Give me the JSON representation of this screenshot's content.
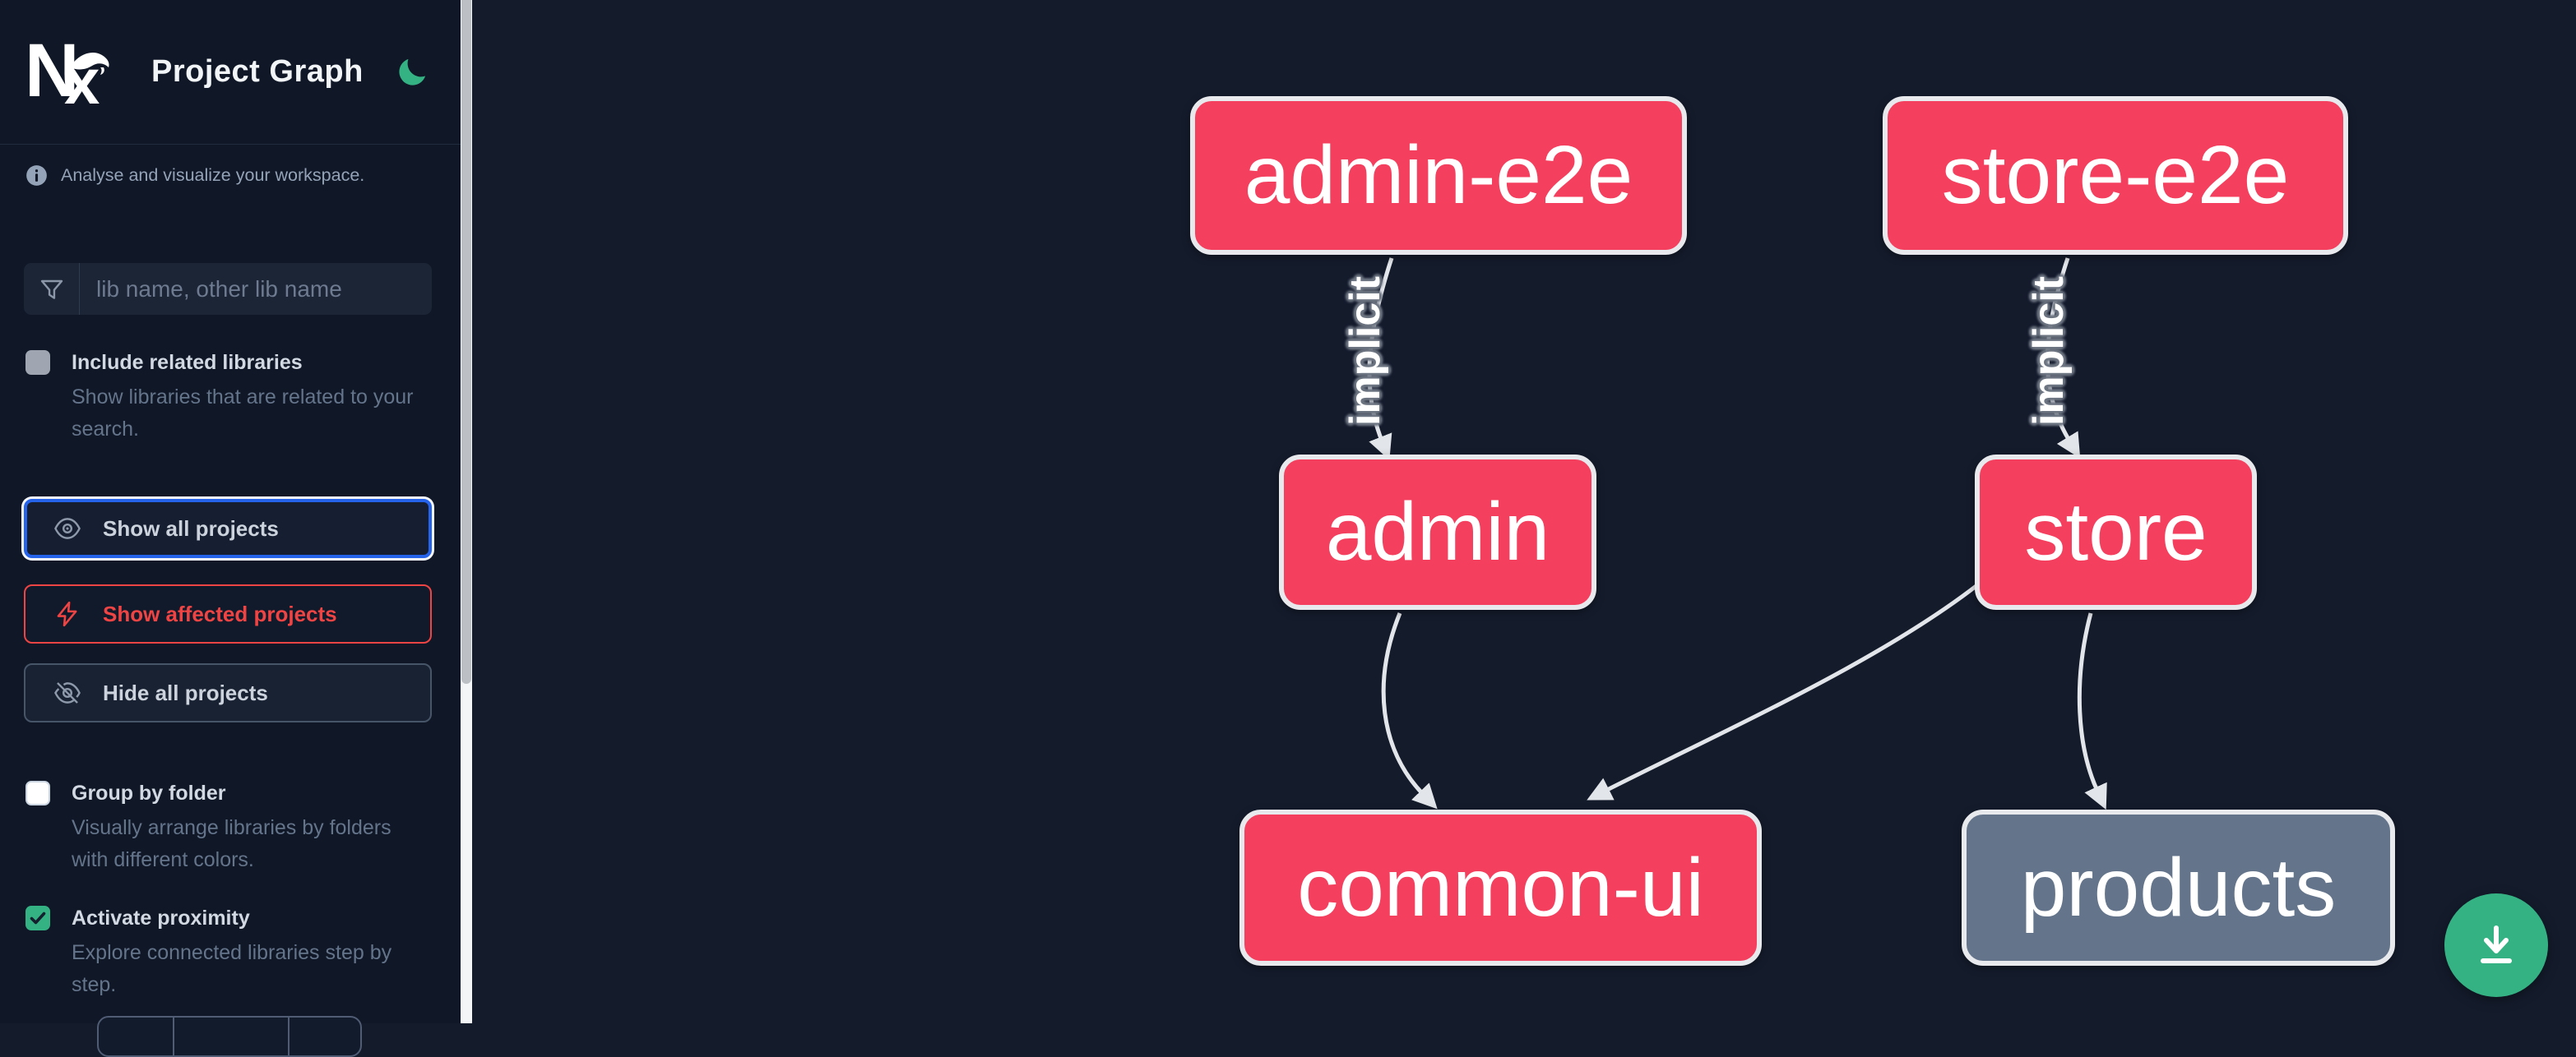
{
  "header": {
    "title": "Project Graph",
    "logo": "Nx",
    "theme_icon": "moon-icon"
  },
  "sidebar": {
    "info_text": "Analyse and visualize your workspace.",
    "search": {
      "placeholder": "lib name, other lib name",
      "value": "",
      "icon": "funnel-icon"
    },
    "toggles": [
      {
        "label": "Include related libraries",
        "description": "Show libraries that are related to your search.",
        "checked": false
      },
      {
        "label": "Group by folder",
        "description": "Visually arrange libraries by folders with different colors.",
        "checked": false
      },
      {
        "label": "Activate proximity",
        "description": "Explore connected libraries step by step.",
        "checked": true
      }
    ],
    "actions": [
      {
        "label": "Show all projects",
        "icon": "eye-icon",
        "state": "focused"
      },
      {
        "label": "Show affected projects",
        "icon": "bolt-icon",
        "variant": "affected"
      },
      {
        "label": "Hide all projects",
        "icon": "eye-slash-icon"
      }
    ]
  },
  "graph": {
    "nodes": [
      {
        "id": "admin-e2e",
        "label": "admin-e2e",
        "color": "#f43f5e"
      },
      {
        "id": "store-e2e",
        "label": "store-e2e",
        "color": "#f43f5e"
      },
      {
        "id": "admin",
        "label": "admin",
        "color": "#f43f5e"
      },
      {
        "id": "store",
        "label": "store",
        "color": "#f43f5e"
      },
      {
        "id": "common-ui",
        "label": "common-ui",
        "color": "#f43f5e"
      },
      {
        "id": "products",
        "label": "products",
        "color": "#64748b"
      }
    ],
    "edges": [
      {
        "source": "admin-e2e",
        "target": "admin",
        "label": "implicit"
      },
      {
        "source": "store-e2e",
        "target": "store",
        "label": "implicit"
      },
      {
        "source": "admin",
        "target": "common-ui",
        "label": ""
      },
      {
        "source": "store",
        "target": "common-ui",
        "label": ""
      },
      {
        "source": "store",
        "target": "products",
        "label": ""
      }
    ]
  },
  "fab": {
    "icon": "download-icon",
    "color": "#35b284"
  },
  "colors": {
    "node_primary": "#f43f5e",
    "node_muted": "#64748b",
    "accent_green": "#35b284",
    "focus_blue": "#2563eb",
    "affected_red": "#ef4444",
    "edge": "#e2e5e9",
    "sidebar_bg": "#101726",
    "canvas_bg": "#141b2b"
  }
}
